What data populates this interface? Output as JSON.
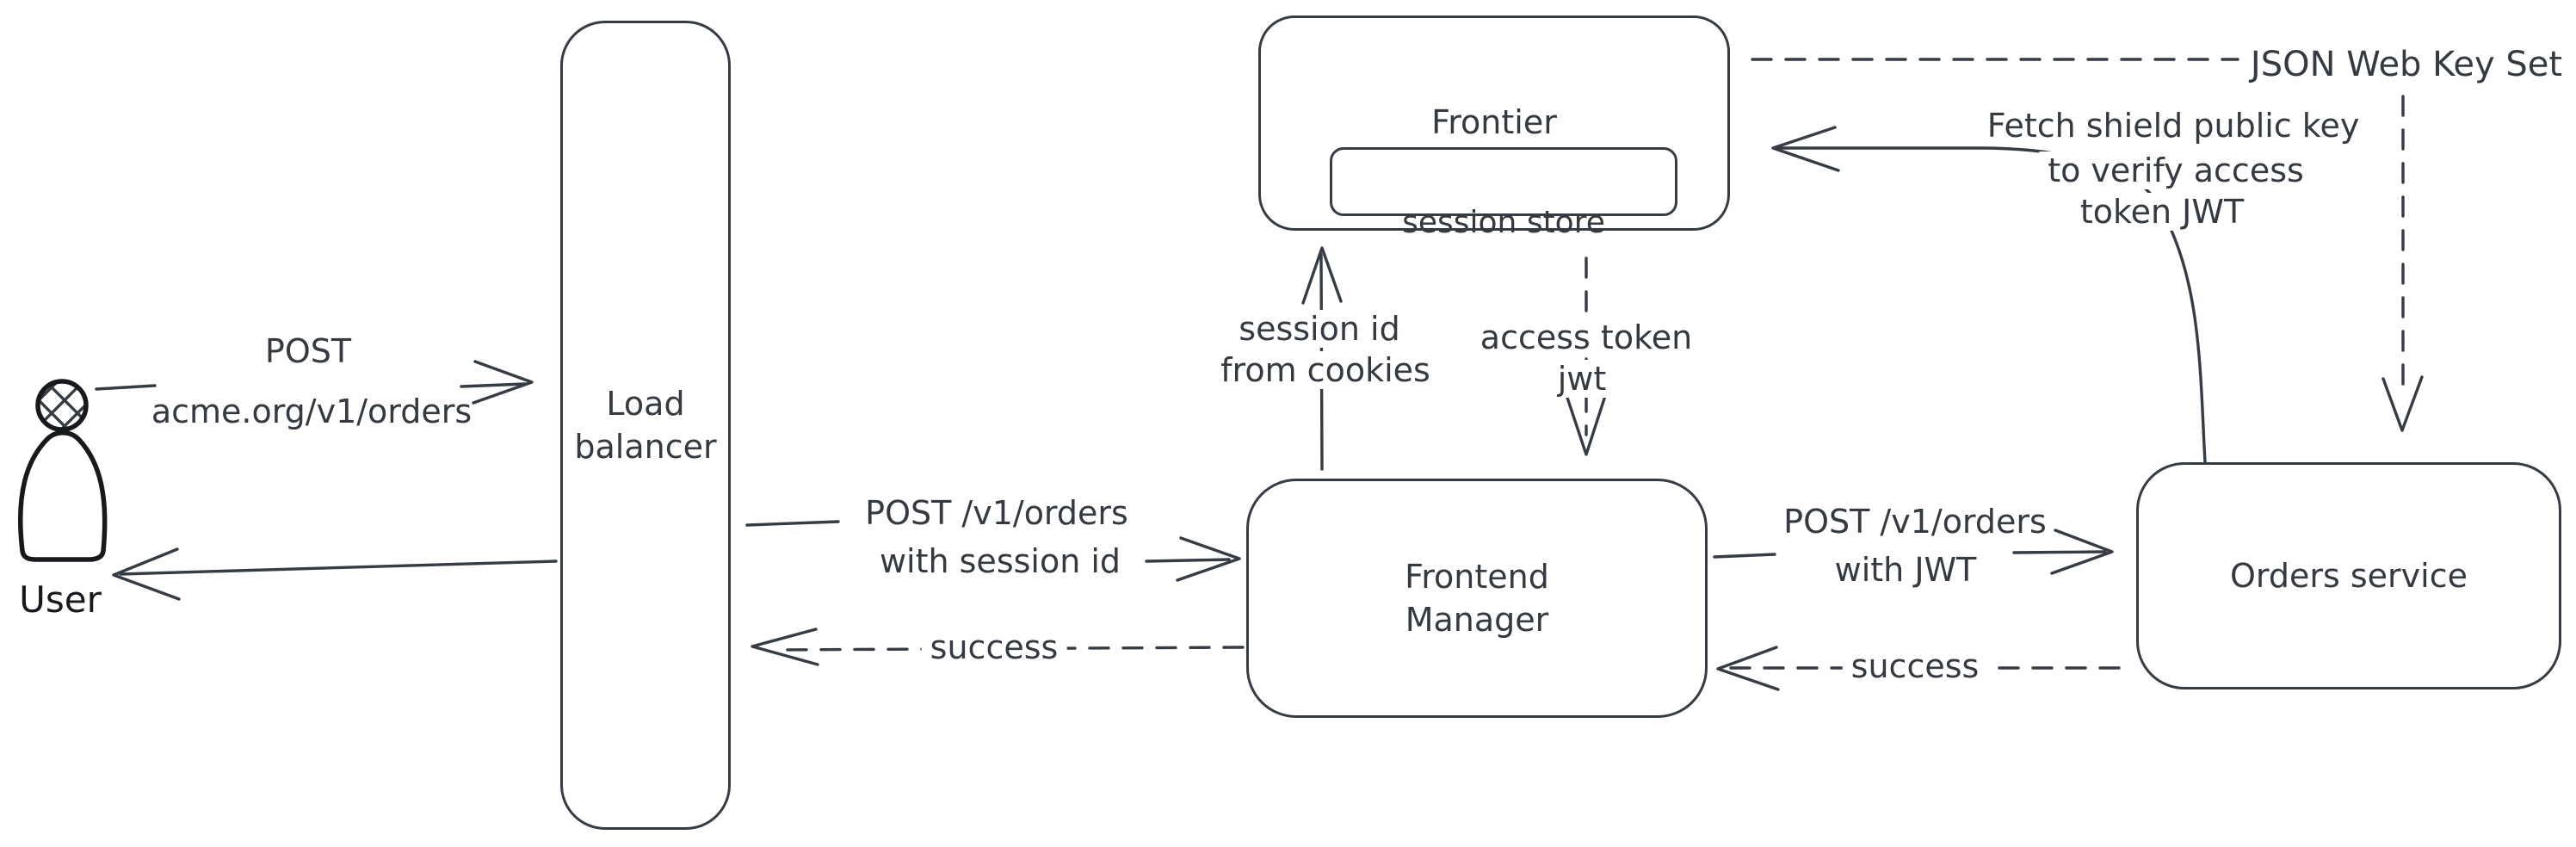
{
  "colors": {
    "stroke": "#363c44",
    "text": "#343a40",
    "user_stroke": "#17191d",
    "user_hatch_fill": "#ccd6e0",
    "background": "#ffffff"
  },
  "nodes": {
    "user": {
      "label": "User"
    },
    "load_balancer": {
      "line1": "Load",
      "line2": "balancer"
    },
    "frontier": {
      "label": "Frontier",
      "session_store_label": "session store"
    },
    "frontend_manager": {
      "line1": "Frontend",
      "line2": "Manager"
    },
    "orders_service": {
      "label": "Orders service"
    }
  },
  "edges": {
    "user_to_lb": {
      "line1": "POST",
      "line2": "acme.org/v1/orders",
      "style": "solid"
    },
    "lb_to_user": {
      "label": "",
      "style": "solid"
    },
    "lb_to_fm": {
      "line1": "POST /v1/orders",
      "line2": "with session id",
      "style": "solid"
    },
    "fm_to_lb": {
      "label": "success",
      "style": "dashed"
    },
    "fm_to_frontier": {
      "line1": "session id",
      "line2": "from cookies",
      "style": "solid"
    },
    "frontier_to_fm": {
      "line1": "access token",
      "line2": "jwt",
      "style": "dashed"
    },
    "fm_to_orders": {
      "line1": "POST /v1/orders",
      "line2": "with JWT",
      "style": "solid"
    },
    "orders_to_fm": {
      "label": "success",
      "style": "dashed"
    },
    "frontier_to_jwks": {
      "label": "JSON Web Key Set",
      "style": "dashed"
    },
    "orders_to_frontier": {
      "line1": "Fetch shield public key",
      "line2": "to verify access",
      "line3": "token JWT",
      "style": "solid"
    }
  }
}
